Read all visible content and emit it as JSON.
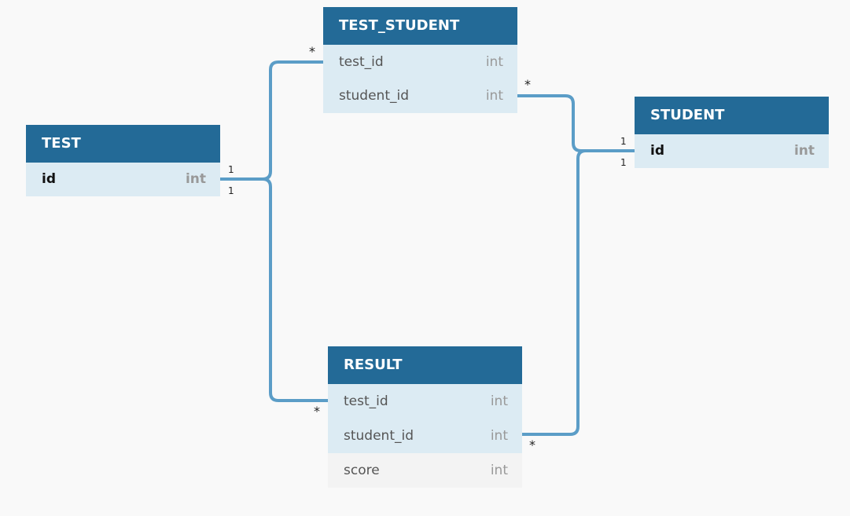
{
  "diagram": {
    "entities": {
      "test_student": {
        "title": "TEST_STUDENT",
        "fields": [
          {
            "name": "test_id",
            "type": "int"
          },
          {
            "name": "student_id",
            "type": "int"
          }
        ]
      },
      "test": {
        "title": "TEST",
        "fields": [
          {
            "name": "id",
            "type": "int"
          }
        ]
      },
      "student": {
        "title": "STUDENT",
        "fields": [
          {
            "name": "id",
            "type": "int"
          }
        ]
      },
      "result": {
        "title": "RESULT",
        "fields": [
          {
            "name": "test_id",
            "type": "int"
          },
          {
            "name": "student_id",
            "type": "int"
          },
          {
            "name": "score",
            "type": "int"
          }
        ]
      }
    },
    "relationships": [
      {
        "from": "test.id",
        "to": "test_student.test_id",
        "from_card": "1",
        "to_card": "*"
      },
      {
        "from": "test.id",
        "to": "result.test_id",
        "from_card": "1",
        "to_card": "*"
      },
      {
        "from": "student.id",
        "to": "test_student.student_id",
        "from_card": "1",
        "to_card": "*"
      },
      {
        "from": "student.id",
        "to": "result.student_id",
        "from_card": "1",
        "to_card": "*"
      }
    ],
    "colors": {
      "header": "#236a97",
      "key_row": "#dcebf3",
      "plain_row": "#f3f3f3",
      "connector": "#5b9dc7",
      "background": "#f9f9f9"
    }
  }
}
